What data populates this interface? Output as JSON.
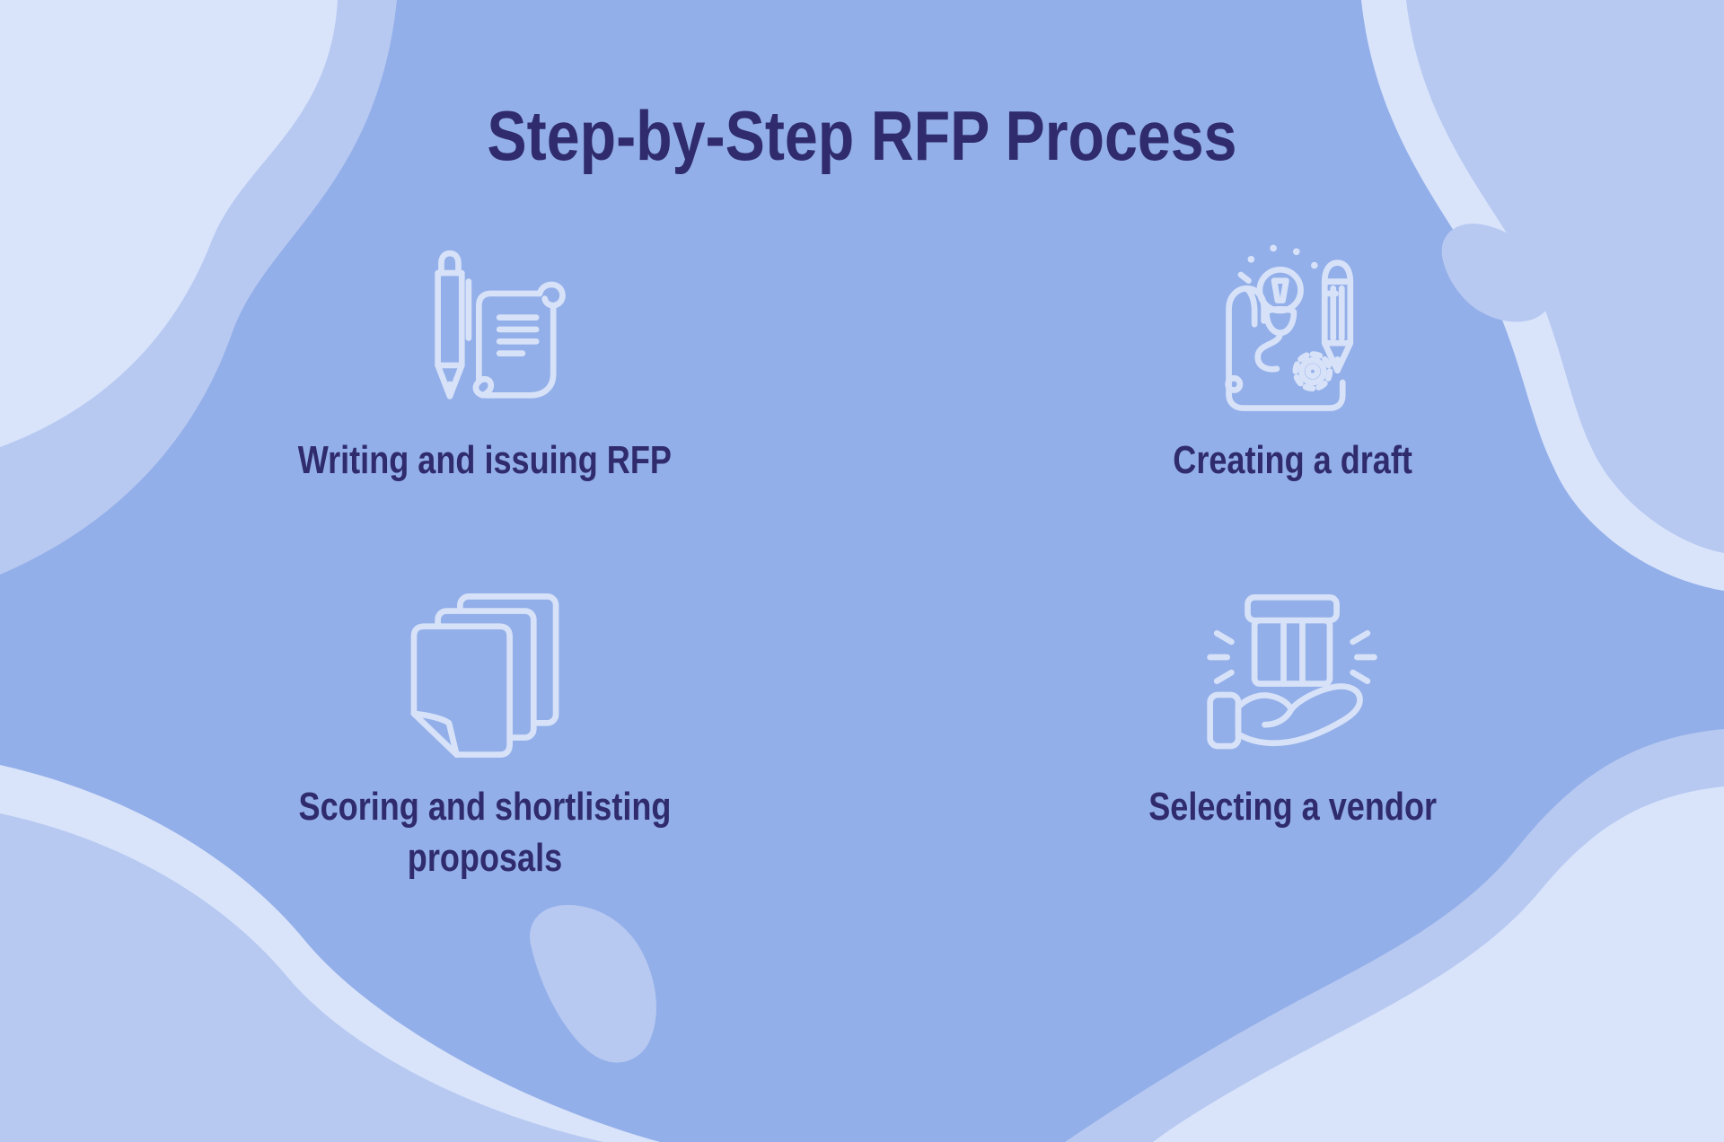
{
  "title": "Step-by-Step RFP Process",
  "steps": [
    {
      "label": "Writing and issuing RFP",
      "icon": "pen-and-scroll-icon"
    },
    {
      "label": "Creating a draft",
      "icon": "blueprint-bulb-pencil-icon"
    },
    {
      "label": "Scoring and shortlisting proposals",
      "icon": "stacked-documents-icon"
    },
    {
      "label": "Selecting a vendor",
      "icon": "hand-holding-package-icon"
    }
  ],
  "palette": {
    "background": "#93afe9",
    "blob_light": "#d9e4fb",
    "blob_medium": "#b7c9f1",
    "text": "#2f2b6d",
    "icon_stroke": "#d7e2f8"
  }
}
